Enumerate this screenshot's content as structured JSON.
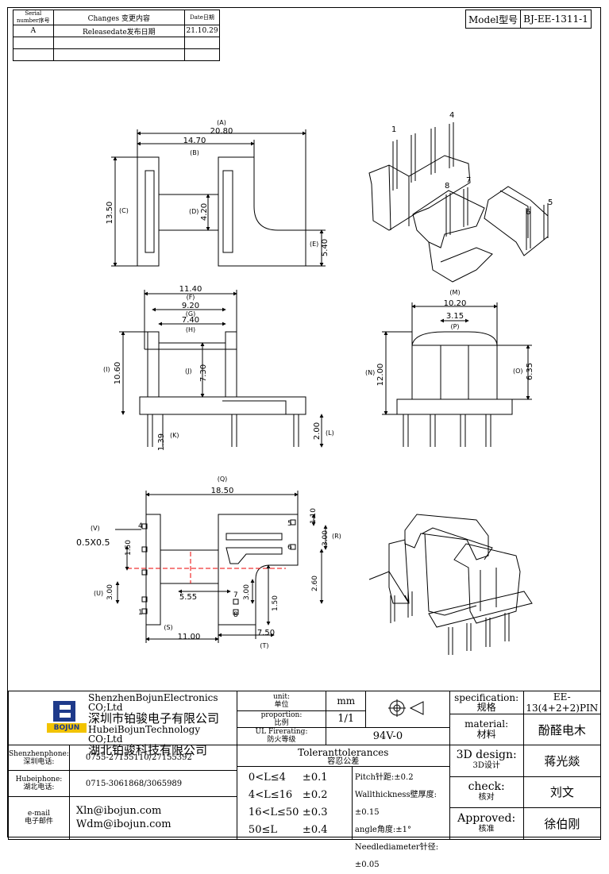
{
  "revision_table": {
    "headers": [
      "Serial number序号",
      "Changes 变更内容",
      "Date日期"
    ],
    "rows": [
      {
        "serial": "A",
        "change": "Releasedate发布日期",
        "date": "21.10.29"
      },
      {
        "serial": "",
        "change": "",
        "date": ""
      },
      {
        "serial": "",
        "change": "",
        "date": ""
      }
    ]
  },
  "model": {
    "label": "Model型号",
    "value": "BJ-EE-1311-1"
  },
  "dimensions": {
    "A": "(A)",
    "A_val": "20.80",
    "B": "(B)",
    "B_val": "14.70",
    "C": "(C)",
    "C_val": "13.50",
    "D": "(D)",
    "D_val": "4.20",
    "E": "(E)",
    "E_val": "5.40",
    "F": "(F)",
    "F_val": "11.40",
    "G": "(G)",
    "G_val": "9.20",
    "H": "(H)",
    "H_val": "7.40",
    "I": "(I)",
    "I_val": "10.60",
    "J": "(J)",
    "J_val": "7.30",
    "K": "(K)",
    "K_val": "1.39",
    "L": "(L)",
    "L_val": "2.00",
    "M": "(M)",
    "M_val": "10.20",
    "P": "(P)",
    "P_val": "3.15",
    "N": "(N)",
    "N_val": "12.00",
    "O": "(O)",
    "O_val": "6.35",
    "Q": "(Q)",
    "Q_val": "18.50",
    "R": "(R)",
    "R_val1": "1.10",
    "R_val2": "3.00",
    "V": "(V)",
    "V_val": "0.5X0.5",
    "U": "(U)",
    "U_val": "3.00",
    "S": "(S)",
    "S_val": "11.00",
    "T": "(T)",
    "T_val": "7.50",
    "misc": {
      "v150a": "1.50",
      "v555": "5.55",
      "v300b": "3.00",
      "v150b": "1.50",
      "v260": "2.60"
    }
  },
  "pins": {
    "p1": "1",
    "p4": "4",
    "p5": "5",
    "p6": "6",
    "p7": "7",
    "p8": "8"
  },
  "company": {
    "logo_text": "BOJUN",
    "en1": "ShenzhenBojunElectronics CO;Ltd",
    "cn1": "深圳市铂骏电子有限公司",
    "en2": "HubeiBojunTechnology CO;Ltd",
    "cn2": "湖北铂骏科技有限公司"
  },
  "unit": {
    "label1": "unit:",
    "label2": "单位",
    "value": "mm"
  },
  "proportion": {
    "label1": "proportion:",
    "label2": "比例",
    "value": "1/1"
  },
  "ul": {
    "label1": "UL Firerating:",
    "label2": "防火等级",
    "value": "94V-0"
  },
  "spec": {
    "label1": "specification:",
    "label2": "规格",
    "value": "EE-13(4+2+2)PIN"
  },
  "material": {
    "label1": "material:",
    "label2": "材料",
    "value": "酚醛电木"
  },
  "design": {
    "label1": "3D design:",
    "label2": "3D设计",
    "value": "蒋光燚"
  },
  "check": {
    "label1": "check:",
    "label2": "核对",
    "value": "刘文"
  },
  "approved": {
    "label1": "Approved:",
    "label2": "核准",
    "value": "徐伯刚"
  },
  "contacts": {
    "sz_label1": "Shenzhenphone:",
    "sz_label2": "深圳电话:",
    "sz_value": "0755-27155110/27155392",
    "hb_label1": "Hubeiphone:",
    "hb_label2": "湖北电话:",
    "hb_value": "0715-3061868/3065989",
    "mail_label1": "e-mail",
    "mail_label2": "电子邮件",
    "mail1": "Xln@ibojun.com",
    "mail2": "Wdm@ibojun.com"
  },
  "tolerance": {
    "title1": "Toleranttolerances",
    "title2": "容忍公差",
    "rows": [
      {
        "range": "0<L≤4",
        "tol": "±0.1"
      },
      {
        "range": "4<L≤16",
        "tol": "±0.2"
      },
      {
        "range": "16<L≤50",
        "tol": "±0.3"
      },
      {
        "range": "50≤L",
        "tol": "±0.4"
      }
    ],
    "notes": [
      "Pitch针距:±0.2",
      "Wallthickness壁厚度:±0.15",
      "angle角度:±1°",
      "Needlediameter针径:±0.05"
    ]
  }
}
